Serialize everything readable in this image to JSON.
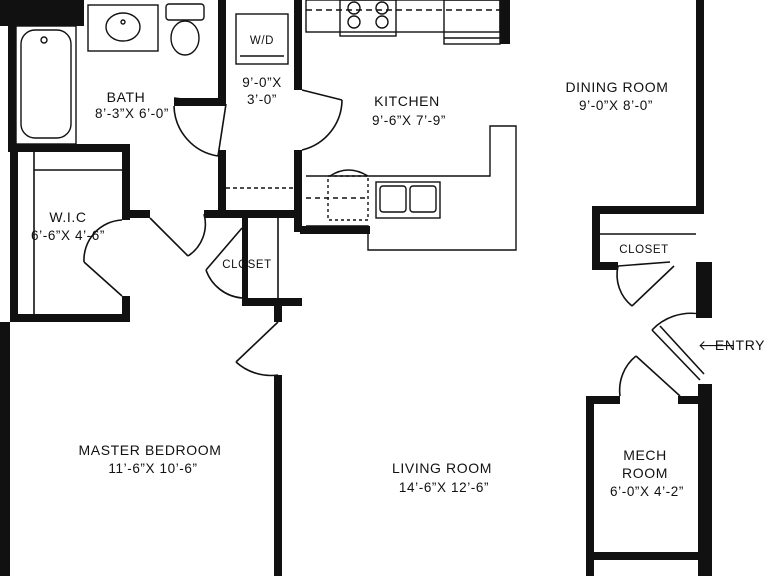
{
  "rooms": {
    "bath": {
      "name": "BATH",
      "dims": "8’-3”X 6’-0”"
    },
    "laundry": {
      "label": "W/D",
      "dims_line1": "9’-0”X",
      "dims_line2": "3’-0”"
    },
    "kitchen": {
      "name": "KITCHEN",
      "dims": "9’-6”X 7’-9”"
    },
    "dining": {
      "name": "DINING ROOM",
      "dims": "9’-0”X 8’-0”"
    },
    "wic": {
      "name": "W.I.C",
      "dims": "6’-6”X 4’-6”"
    },
    "closet_center": {
      "name": "CLOSET"
    },
    "closet_right": {
      "name": "CLOSET"
    },
    "entry": {
      "label": "ENTRY",
      "arrow": "🡐"
    },
    "master": {
      "name": "MASTER BEDROOM",
      "dims": "11’-6”X 10’-6”"
    },
    "living": {
      "name": "LIVING ROOM",
      "dims": "14’-6”X 12’-6”"
    },
    "mech": {
      "name_line1": "MECH",
      "name_line2": "ROOM",
      "dims": "6’-0”X 4’-2”"
    }
  },
  "colors": {
    "wall": "#111111",
    "background": "#ffffff"
  }
}
